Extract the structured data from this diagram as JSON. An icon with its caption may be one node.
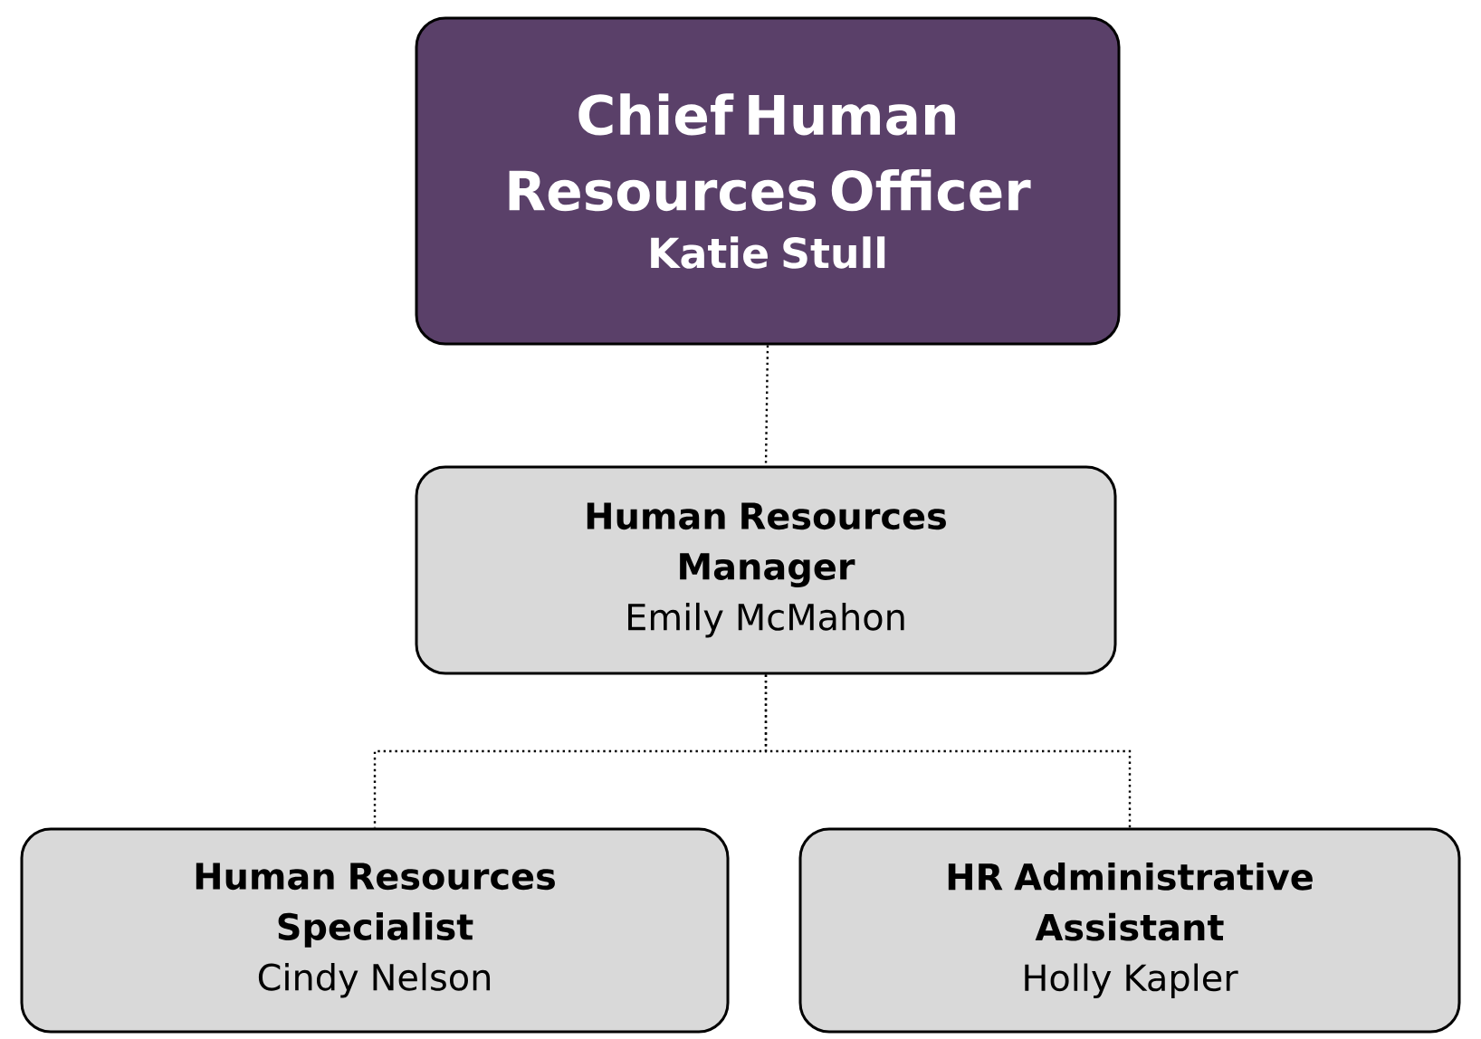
{
  "diagram": {
    "nodes": [
      {
        "text": [
          "Chief Human Resources Officer",
          "Katie Stull"
        ]
      },
      {
        "text": [
          "Human Resources Manager",
          "Emily McMahon"
        ]
      },
      {
        "text": [
          "Human Resources Specialist",
          "Cindy Nelson"
        ]
      },
      {
        "text": [
          "HR Administrative Assistant",
          "Holly Kapler"
        ]
      }
    ],
    "edges": [
      {
        "from": 0,
        "to": 1,
        "arrow": "none",
        "style": "dashed"
      },
      {
        "from": 1,
        "to": 2,
        "arrow": "none",
        "style": "dashed"
      },
      {
        "from": 1,
        "to": 3,
        "arrow": "none",
        "style": "dashed"
      }
    ]
  }
}
